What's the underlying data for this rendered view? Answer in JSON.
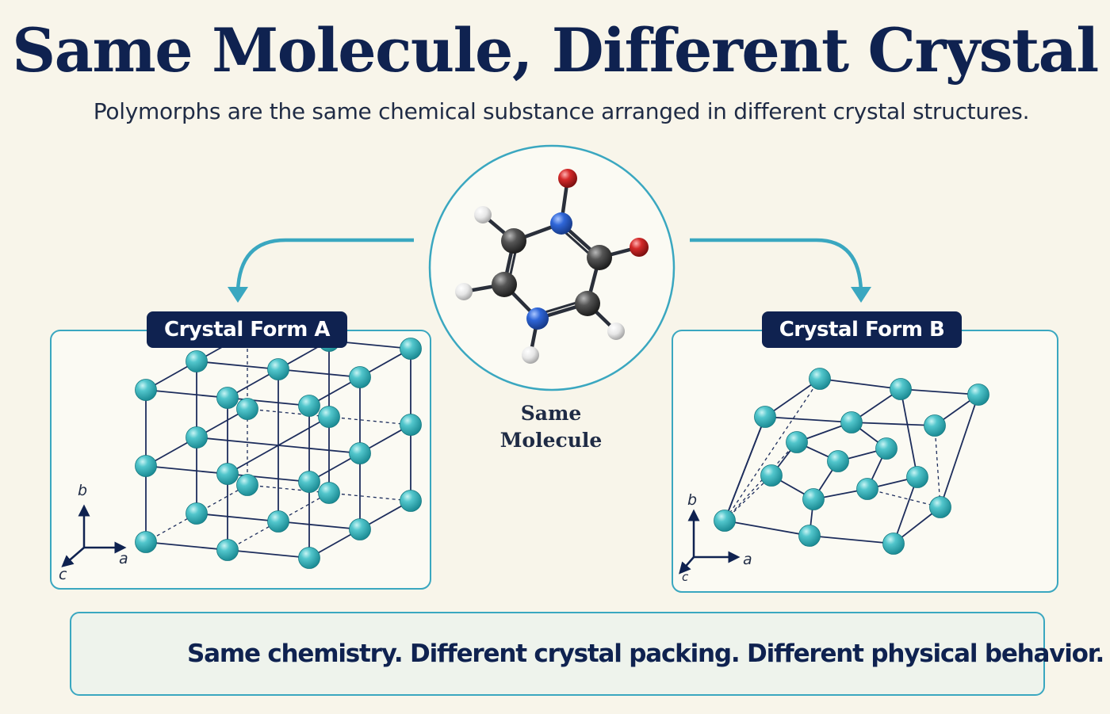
{
  "title": "Same Molecule, Different Crystal",
  "subtitle": "Polymorphs are the same chemical substance arranged in different crystal structures.",
  "center": {
    "label_line1": "Same",
    "label_line2": "Molecule"
  },
  "panel_a": {
    "label": "Crystal Form A",
    "axes": {
      "b": "b",
      "a": "a",
      "c": "c"
    }
  },
  "panel_b": {
    "label": "Crystal Form B",
    "axes": {
      "b": "b",
      "a": "a",
      "c": "c"
    }
  },
  "footer": {
    "icon": "crystal-icon",
    "text": "Same chemistry. Different crystal packing. Different physical behavior."
  },
  "colors": {
    "navy": "#0f2250",
    "teal": "#3aa7c0",
    "atom_teal": "#2db5bf",
    "oxygen": "#d42a2a",
    "nitrogen": "#2a5fd4",
    "carbon": "#3d3d3d",
    "hydrogen": "#e8e8e8"
  }
}
